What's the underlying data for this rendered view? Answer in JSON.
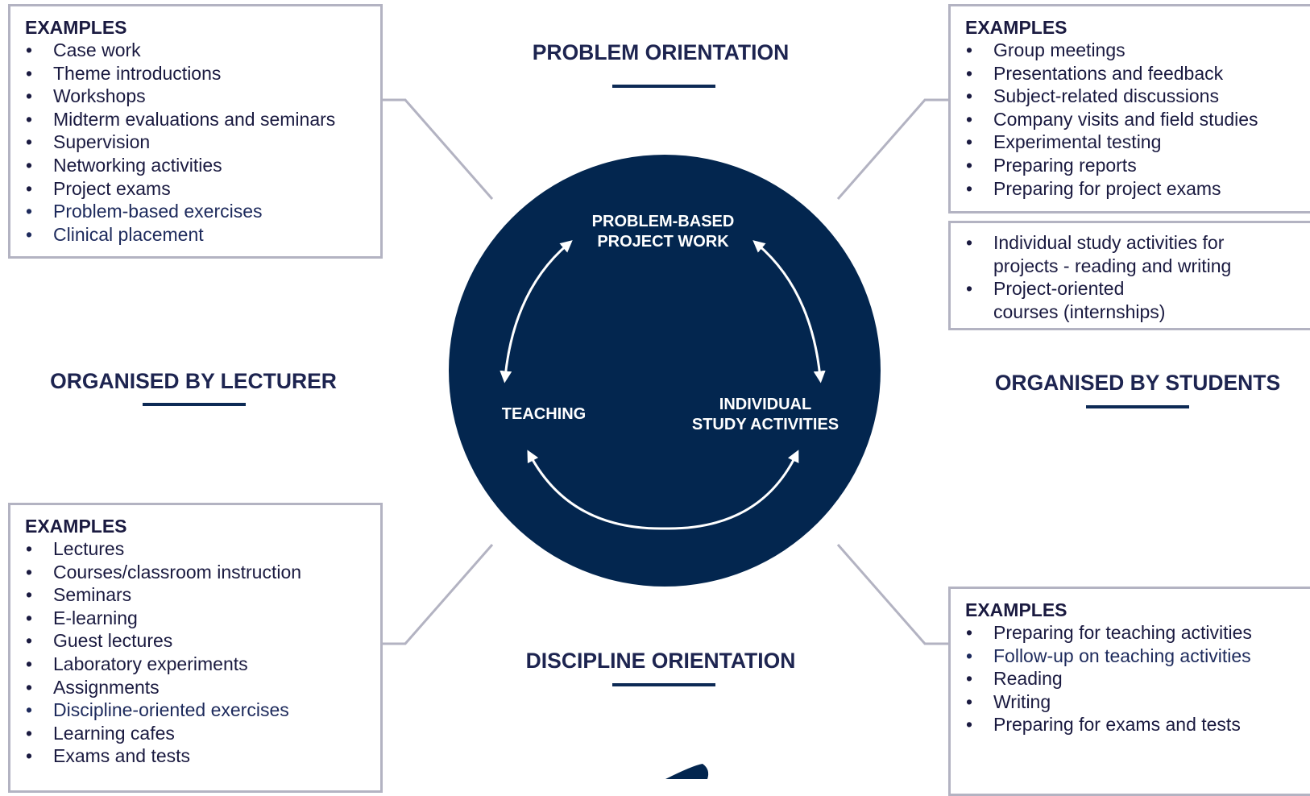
{
  "headings": {
    "problem_orientation": "PROBLEM ORIENTATION",
    "discipline_orientation": "DISCIPLINE ORIENTATION",
    "organised_by_lecturer": "ORGANISED BY LECTURER",
    "organised_by_students": "ORGANISED BY STUDENTS"
  },
  "circle": {
    "top_label": "PROBLEM-BASED\nPROJECT WORK",
    "left_label": "TEACHING",
    "right_label": "INDIVIDUAL\nSTUDY ACTIVITIES"
  },
  "boxes": {
    "top_left": {
      "title": "EXAMPLES",
      "items": [
        "Case work",
        "Theme introductions",
        "Workshops",
        "Midterm evaluations and seminars",
        "Supervision",
        "Networking activities",
        "Project exams",
        "Problem-based exercises",
        "Clinical placement"
      ]
    },
    "top_right": {
      "title": "EXAMPLES",
      "items": [
        "Group meetings",
        "Presentations and feedback",
        "Subject-related discussions",
        "Company visits and field studies",
        "Experimental testing",
        "Preparing reports",
        "Preparing for project exams"
      ]
    },
    "middle_right": {
      "items": [
        "Individual study activities for projects - reading and writing",
        "Project-oriented courses (internships)"
      ]
    },
    "bottom_left": {
      "title": "EXAMPLES",
      "items": [
        "Lectures",
        "Courses/classroom instruction",
        "Seminars",
        "E-learning",
        "Guest lectures",
        "Laboratory experiments",
        "Assignments",
        "Discipline-oriented exercises",
        "Learning cafes",
        "Exams and tests"
      ]
    },
    "bottom_right": {
      "title": "EXAMPLES",
      "items": [
        "Preparing for teaching activities",
        "Follow-up on teaching activities",
        "Reading",
        "Writing",
        "Preparing for exams and tests"
      ]
    }
  },
  "colors": {
    "circle_fill": "#03264f",
    "connector": "#b3b3c2",
    "heading_text": "#1d2450",
    "underline": "#0d2a55"
  }
}
